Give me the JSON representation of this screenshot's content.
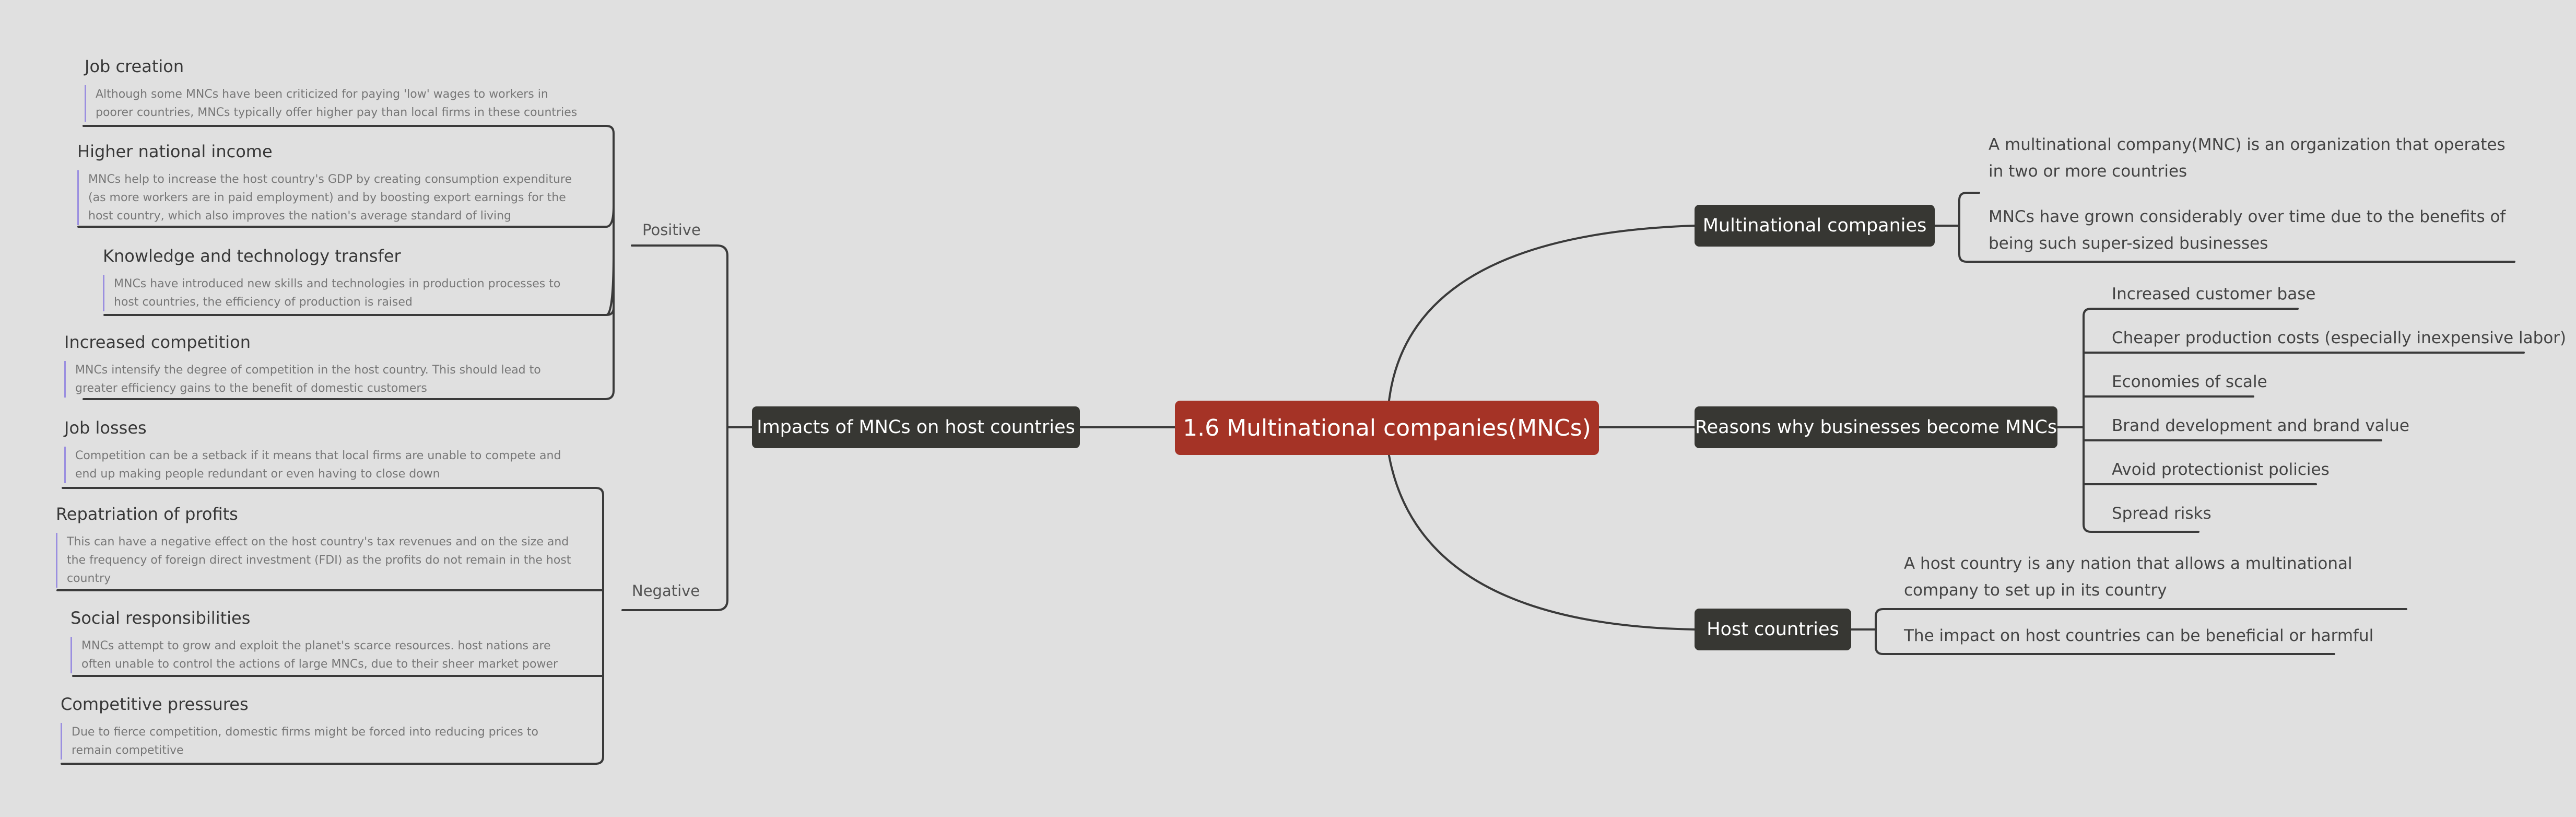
{
  "colors": {
    "background": "#e0e0e0",
    "central_topic": "#a53326",
    "main_topic": "#373733",
    "connector": "#3a3a3a",
    "note_bar": "#9b8fe0"
  },
  "central": {
    "title": "1.6 Multinational companies(MNCs)"
  },
  "right": {
    "multinational": {
      "label": "Multinational companies",
      "details": [
        "A multinational company(MNC) is an organization that operates in two or more countries",
        "MNCs have grown considerably over time due to the benefits of being such super-sized businesses"
      ]
    },
    "reasons": {
      "label": "Reasons why businesses become MNCs",
      "items": [
        "Increased customer base",
        "Cheaper production costs (especially inexpensive labor)",
        "Economies of scale",
        "Brand development and brand value",
        "Avoid protectionist policies",
        "Spread risks"
      ]
    },
    "host": {
      "label": "Host countries",
      "details": [
        "A host country is any nation that allows a multinational company to set up in its country",
        "The impact on host countries can be beneficial or harmful"
      ]
    }
  },
  "left": {
    "impacts": {
      "label": "Impacts of MNCs on host countries",
      "positive": {
        "label": "Positive",
        "items": [
          {
            "title": "Job creation",
            "note": "Although some MNCs have been criticized for paying 'low' wages to workers in poorer countries, MNCs typically offer higher pay than local firms in these countries"
          },
          {
            "title": "Higher national income",
            "note": "MNCs help to increase the host country's GDP by creating consumption expenditure (as more workers are in paid employment) and by boosting export earnings for the host country, which also improves the nation's average standard of living"
          },
          {
            "title": "Knowledge and technology transfer",
            "note": "MNCs have introduced new skills and technologies in production processes to host countries, the efficiency of production is raised"
          },
          {
            "title": "Increased competition",
            "note": "MNCs  intensify the degree of competition in the host country. This should lead to greater efficiency gains to the benefit of domestic customers"
          }
        ]
      },
      "negative": {
        "label": "Negative",
        "items": [
          {
            "title": "Job losses",
            "note": "Competition can be a setback if it means that local firms are unable to compete and end up making people redundant or even having to close down"
          },
          {
            "title": "Repatriation of profits",
            "note": "This can have a negative effect on the host country's tax revenues and on the size and the frequency of foreign direct investment (FDI) as the profits do not remain in the host country"
          },
          {
            "title": "Social responsibilities",
            "note": "MNCs attempt to grow and exploit the planet's scarce resources. host nations are often unable to control the actions of large MNCs, due to their sheer market power"
          },
          {
            "title": "Competitive pressures",
            "note": "Due to fierce competition, domestic firms might be forced into reducing prices to remain competitive"
          }
        ]
      }
    }
  }
}
